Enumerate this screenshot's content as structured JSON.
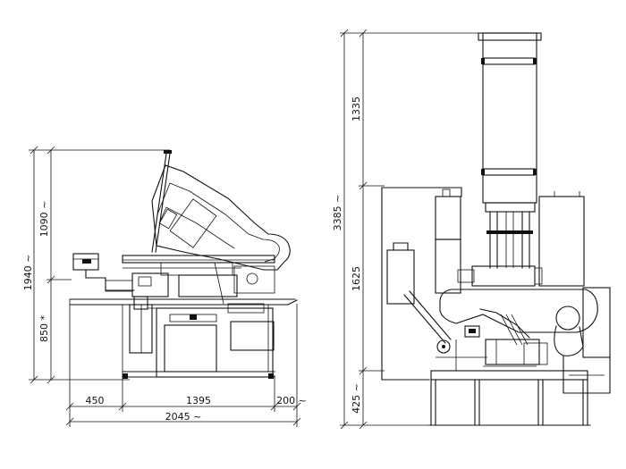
{
  "side_view": {
    "dimensions": {
      "height_total": "1940 ~",
      "height_upper": "1090 ~",
      "height_table": "850 *",
      "width_left": "450",
      "width_mid": "1395",
      "width_right": "200 ~",
      "width_total": "2045 ~"
    }
  },
  "front_view": {
    "dimensions": {
      "height_total": "3385 ~",
      "height_top": "1335",
      "height_mid": "1625",
      "height_base": "425 ~"
    }
  },
  "colors": {
    "line": "#111111",
    "background": "#ffffff"
  }
}
